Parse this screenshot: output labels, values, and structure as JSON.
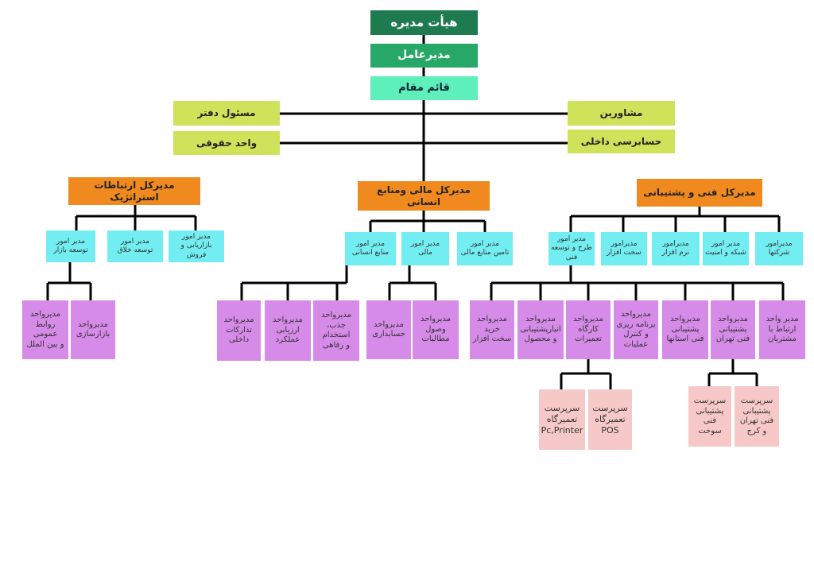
{
  "board": "هیأت مدیره",
  "ceo": "مدیرعامل",
  "deputy": "قائم مقام",
  "left_staff": {
    "office": "مسئول دفتر",
    "legal": "واحد حقوقی"
  },
  "right_staff": {
    "advisors": "مشاورین",
    "audit": "حسابرسی داخلی"
  },
  "gm_strategic": "مدیرکل ارتباطات استراتژیک",
  "gm_finance": "مدیرکل مالی ومنابع انسانی",
  "gm_tech": "مدیرکل فنی و پشتیبانی",
  "strategic_depts": {
    "marketing_dev": "مدیر امور\nتوسعه بازار",
    "creative": "مدیر امور\nتوسعه خلاق",
    "sales": "مدیر امور\nبازاریابی و فروش"
  },
  "strategic_units": {
    "pr": "مدیرواحد\nروابط عمومی\nو بین الملل",
    "market_build": "مدیرواحد\nبازارسازی"
  },
  "finance_depts": {
    "hr": "مدیر امور\nمنابع انسانی",
    "financial": "مدیر امور\nمالی",
    "hr_supply": "مدیر امور\nتامین منابع مالی"
  },
  "finance_units": {
    "procurement": "مدیرواحد\nتدارکات\nداخلی",
    "evaluation": "مدیرواحد\nارزیابی\nعملکرد",
    "recruit": "مدیرواحد\nجذب،\nاستخدام\nو رفاهی",
    "accounting": "مدیرواحد\nحسابداری",
    "collection": "مدیرواحد\nوصول\nمطالبات"
  },
  "tech_depts": {
    "design": "مدیر امور\nطرح و توسعه فنی",
    "hardware": "مدیرامور\nسخت افزار",
    "software": "مدیرامور\nنرم افزار",
    "network": "مدیر امور\nشبکه و امنیت",
    "companies": "مدیرامور\nشرکتها"
  },
  "tech_units": {
    "hw_purchase": "مدیرواحد\nخرید\nسخت افزار",
    "warehouse": "مدیرواحد\nانبارپشتیبانی\nو محصول",
    "workshop": "مدیرواحد\nکارگاه\nتعمیرات",
    "planning": "مدیرواحد\nبرنامه ریزی\nو کنترل\nعملیات",
    "provinces": "مدیرواحد\nپشتیبانی\nفنی استانها",
    "tehran": "مدیرواحد\nپشتیبانی\nفنی تهران",
    "customer": "مدیر واحد\nارتباط با\nمشتریان"
  },
  "supervisors": {
    "pc_printer": "سرپرست\nتعمیرگاه\nPc,Printer",
    "pos": "سرپرست\nتعمیرگاه\nPOS",
    "fuel": "سرپرست\nپشتیبانی\nفنی\nسوخت",
    "tehran_karaj": "سرپرست\nپشتیبانی\nفنی تهران\nو کرج"
  },
  "colors": {
    "board": "#1e7a4f",
    "ceo": "#27a866",
    "deputy": "#5df0ba",
    "staff": "#cfe35a",
    "gm": "#f08a1e",
    "dept": "#72eef2",
    "unit": "#d68be9",
    "supervisor": "#f7c8c8",
    "line": "#000000"
  }
}
